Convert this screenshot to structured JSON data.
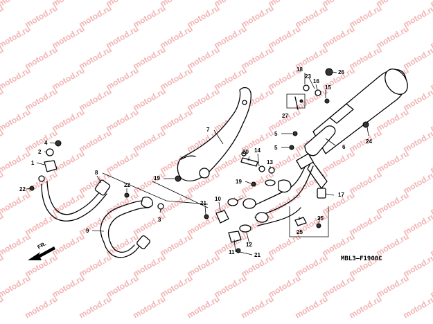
{
  "diagram": {
    "watermark_text": "motod.ru",
    "figure_code": "MBL3—F1900C",
    "direction_marker": "FR.",
    "callouts": [
      "1",
      "2",
      "3",
      "4",
      "5",
      "5",
      "6",
      "7",
      "8",
      "9",
      "10",
      "11",
      "12",
      "13",
      "14",
      "15",
      "16",
      "17",
      "18",
      "19",
      "19",
      "20",
      "21",
      "21",
      "22",
      "22",
      "23",
      "24",
      "25",
      "25",
      "26",
      "27"
    ]
  }
}
